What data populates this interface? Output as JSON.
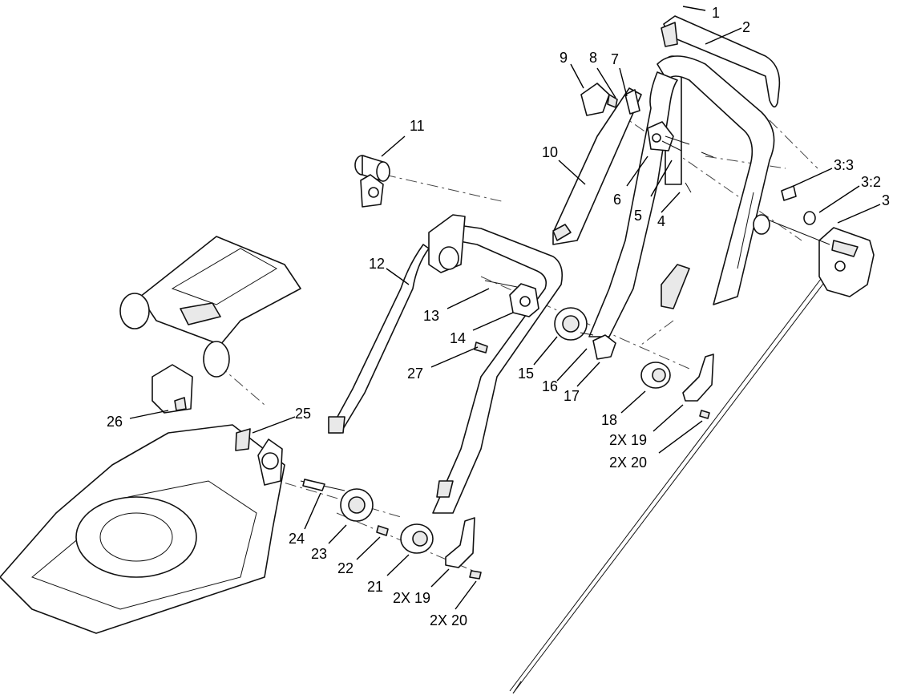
{
  "callouts": [
    {
      "id": "1",
      "label": "1"
    },
    {
      "id": "2",
      "label": "2"
    },
    {
      "id": "3",
      "label": "3"
    },
    {
      "id": "3-2",
      "label": "3:2"
    },
    {
      "id": "3-3",
      "label": "3:3"
    },
    {
      "id": "4",
      "label": "4"
    },
    {
      "id": "5",
      "label": "5"
    },
    {
      "id": "6",
      "label": "6"
    },
    {
      "id": "7",
      "label": "7"
    },
    {
      "id": "8",
      "label": "8"
    },
    {
      "id": "9",
      "label": "9"
    },
    {
      "id": "10",
      "label": "10"
    },
    {
      "id": "11",
      "label": "11"
    },
    {
      "id": "12",
      "label": "12"
    },
    {
      "id": "13",
      "label": "13"
    },
    {
      "id": "14",
      "label": "14"
    },
    {
      "id": "15",
      "label": "15"
    },
    {
      "id": "16",
      "label": "16"
    },
    {
      "id": "17",
      "label": "17"
    },
    {
      "id": "18",
      "label": "18"
    },
    {
      "id": "19-right",
      "label": "2X 19"
    },
    {
      "id": "20-right",
      "label": "2X 20"
    },
    {
      "id": "21",
      "label": "21"
    },
    {
      "id": "19-left",
      "label": "2X 19"
    },
    {
      "id": "20-left",
      "label": "2X 20"
    },
    {
      "id": "22",
      "label": "22"
    },
    {
      "id": "23",
      "label": "23"
    },
    {
      "id": "24",
      "label": "24"
    },
    {
      "id": "25",
      "label": "25"
    },
    {
      "id": "26",
      "label": "26"
    },
    {
      "id": "27",
      "label": "27"
    }
  ]
}
